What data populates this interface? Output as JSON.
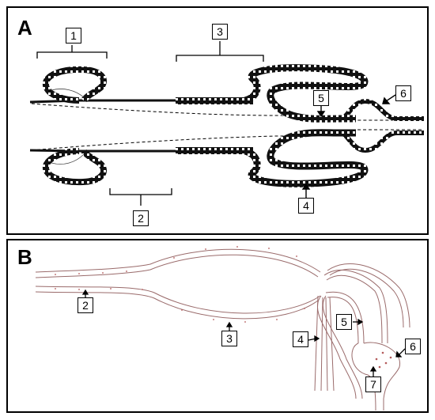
{
  "panels": [
    {
      "letter": "A",
      "callouts": [
        "1",
        "2",
        "3",
        "4",
        "5",
        "6"
      ]
    },
    {
      "letter": "B",
      "callouts": [
        "2",
        "3",
        "4",
        "5",
        "6",
        "7"
      ]
    }
  ],
  "colors": {
    "tissue": "#111111",
    "outline_b": "#9a6b6b",
    "dots_b": "#b45a5a"
  }
}
